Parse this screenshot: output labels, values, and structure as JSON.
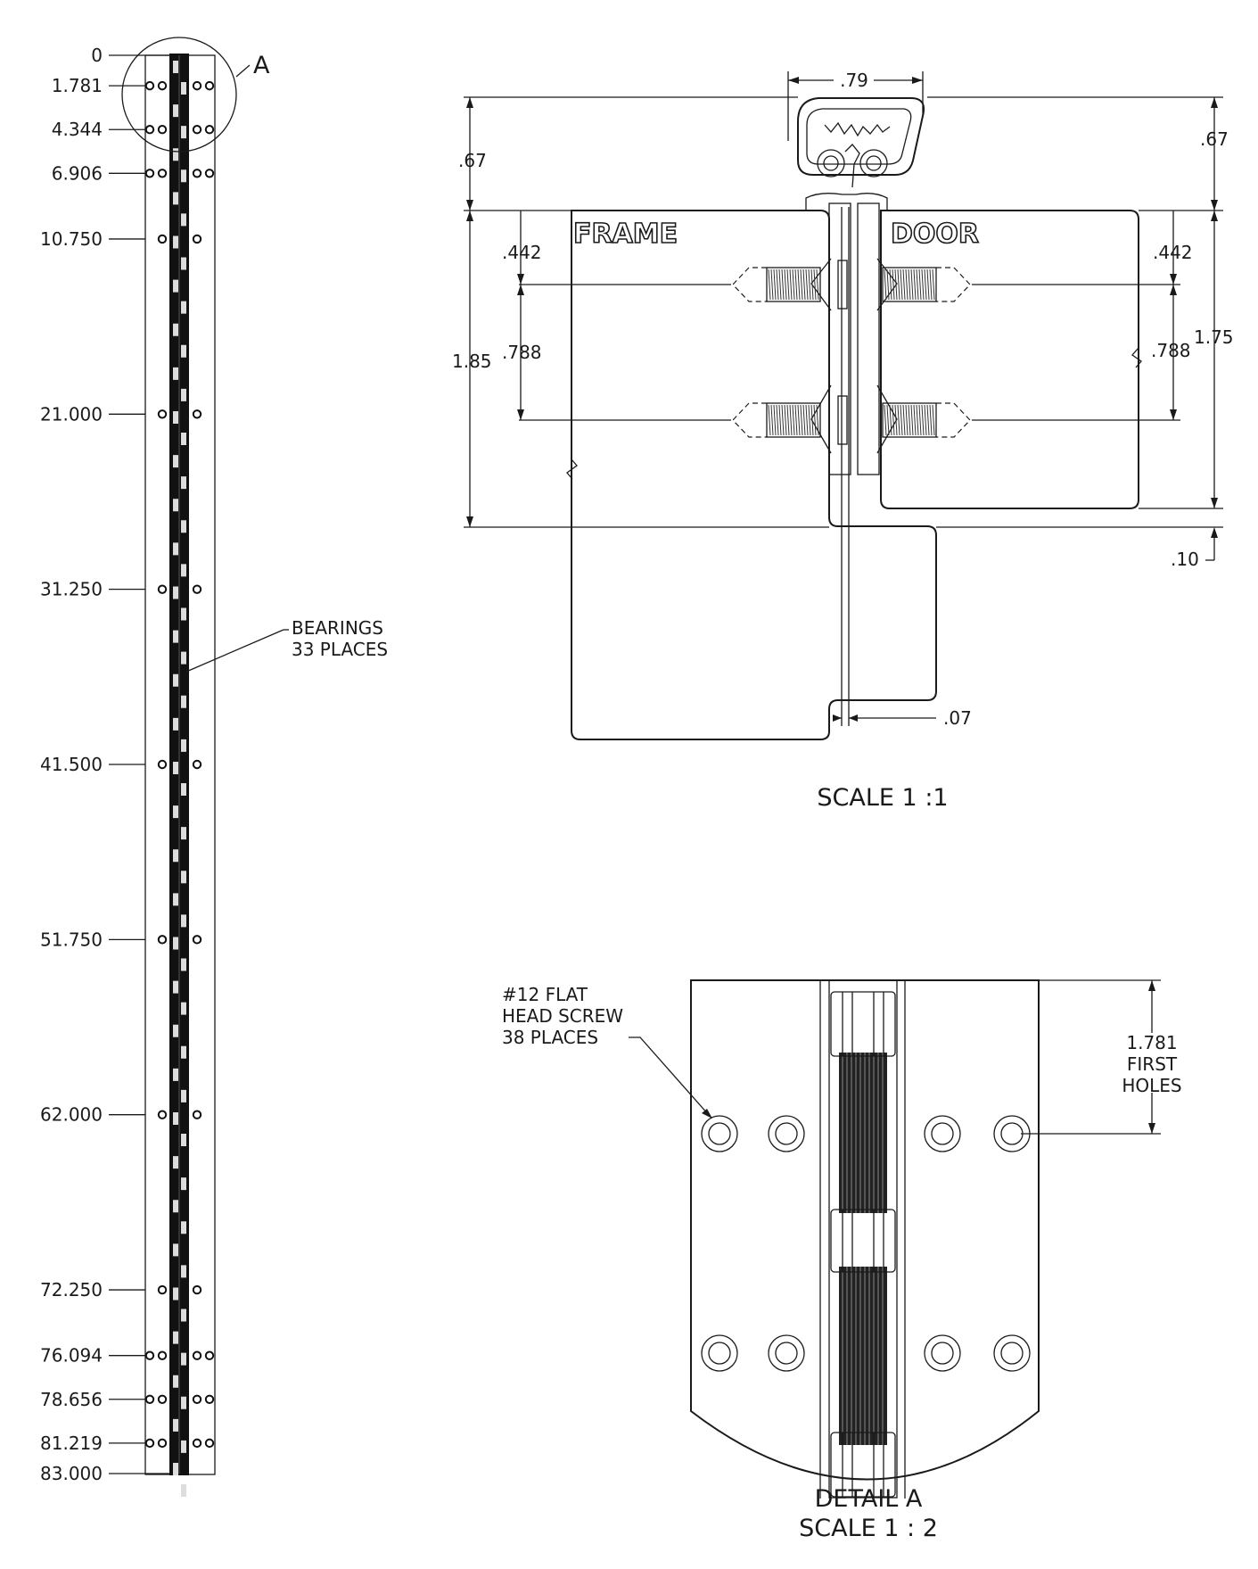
{
  "elevation": {
    "callout": "A",
    "positions": [
      "0",
      "1.781",
      "4.344",
      "6.906",
      "10.750",
      "21.000",
      "31.250",
      "41.500",
      "51.750",
      "62.000",
      "72.250",
      "76.094",
      "78.656",
      "81.219",
      "83.000"
    ],
    "bearings_note_line1": "BEARINGS",
    "bearings_note_line2": "33 PLACES"
  },
  "section": {
    "frame_label": "FRAME",
    "door_label": "DOOR",
    "dims": {
      "top_width": ".79",
      "left_top": ".67",
      "right_top": ".67",
      "left_442": ".442",
      "right_442": ".442",
      "left_788": ".788",
      "right_788": ".788",
      "left_total": "1.85",
      "right_total": "1.75",
      "bottom_gap": ".10",
      "pin_gap": ".07"
    },
    "scale_label": "SCALE 1 :1"
  },
  "detail": {
    "screw_note_line1": "#12 FLAT",
    "screw_note_line2": "HEAD SCREW",
    "screw_note_line3": "38 PLACES",
    "first_holes_line1": "1.781",
    "first_holes_line2": "FIRST",
    "first_holes_line3": "HOLES",
    "title": "DETAIL A",
    "scale_label": "SCALE 1 : 2"
  }
}
